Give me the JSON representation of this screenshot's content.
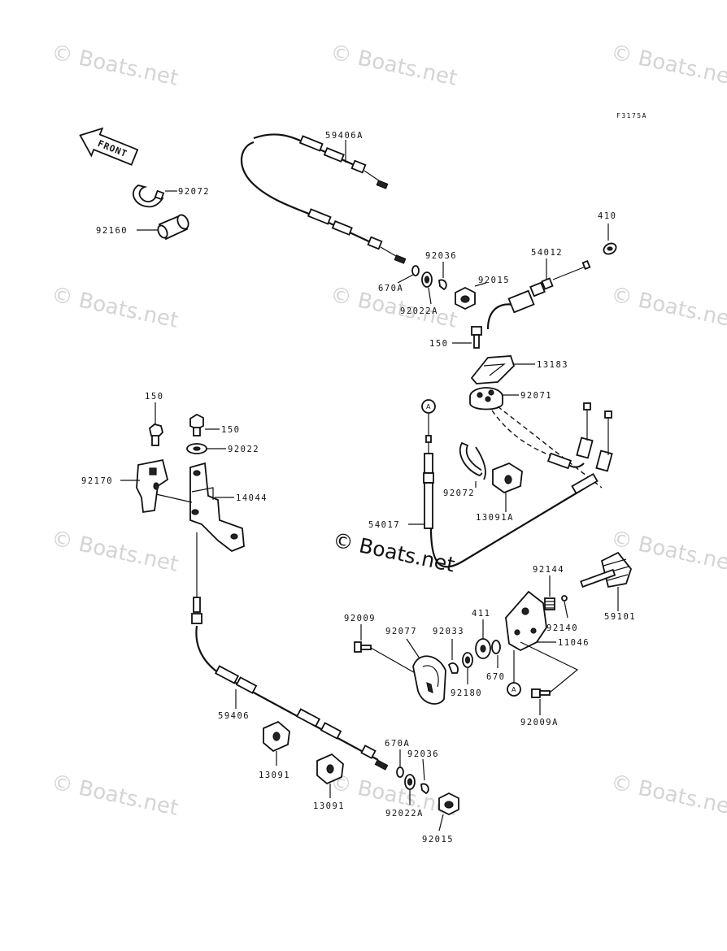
{
  "diagram": {
    "code": "F3175A",
    "front_label": "FRONT",
    "ref_marker": "A"
  },
  "watermarks": {
    "corner": "© Boats.net",
    "center": "© Boats.net"
  },
  "parts": {
    "p92072_top": "92072",
    "p92160": "92160",
    "p59406A": "59406A",
    "p92036_top": "92036",
    "p670A_top": "670A",
    "p92022A_top": "92022A",
    "p92015_top": "92015",
    "p54012": "54012",
    "p410": "410",
    "p150_top": "150",
    "p13183": "13183",
    "p92071": "92071",
    "p150_left": "150",
    "p150_mid": "150",
    "p92022": "92022",
    "p92170": "92170",
    "p14044": "14044",
    "p92072_mid": "92072",
    "p13091A": "13091A",
    "p54017": "54017",
    "p92144": "92144",
    "p92140": "92140",
    "p59101": "59101",
    "p411": "411",
    "p92009": "92009",
    "p92077": "92077",
    "p92033": "92033",
    "p11046": "11046",
    "p670": "670",
    "p92180": "92180",
    "p92009A": "92009A",
    "p59406": "59406",
    "p670A_bot": "670A",
    "p92036_bot": "92036",
    "p13091_a": "13091",
    "p13091_b": "13091",
    "p92022A_bot": "92022A",
    "p92015_bot": "92015"
  }
}
